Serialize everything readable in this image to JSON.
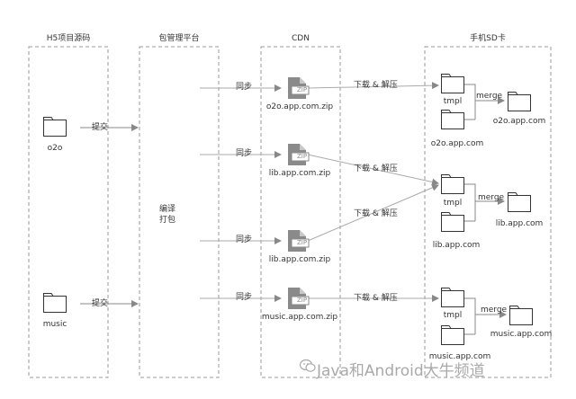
{
  "columns": {
    "source": "H5项目源码",
    "platform": "包管理平台",
    "cdn": "CDN",
    "sdcard": "手机SD卡"
  },
  "source_items": [
    "o2o",
    "music"
  ],
  "actions": {
    "submit": "提交",
    "sync": "同步",
    "download_unzip": "下载 & 解压",
    "merge": "merge"
  },
  "platform_action": [
    "编译",
    "打包"
  ],
  "zip_icon_text": "ZIP",
  "cdn_files": [
    "o2o.app.com.zip",
    "lib.app.com.zip",
    "lib.app.com.zip",
    "music.app.com.zip"
  ],
  "sd_groups": [
    {
      "tmpl": "tmpl",
      "folder": "o2o.app.com",
      "merged": "o2o.app.com"
    },
    {
      "tmpl": "tmpl",
      "folder": "lib.app.com",
      "merged": "lib.app.com"
    },
    {
      "tmpl": "tmpl",
      "folder": "music.app.com",
      "merged": "music.app.com"
    }
  ],
  "watermark": "Java和Android大牛频道"
}
